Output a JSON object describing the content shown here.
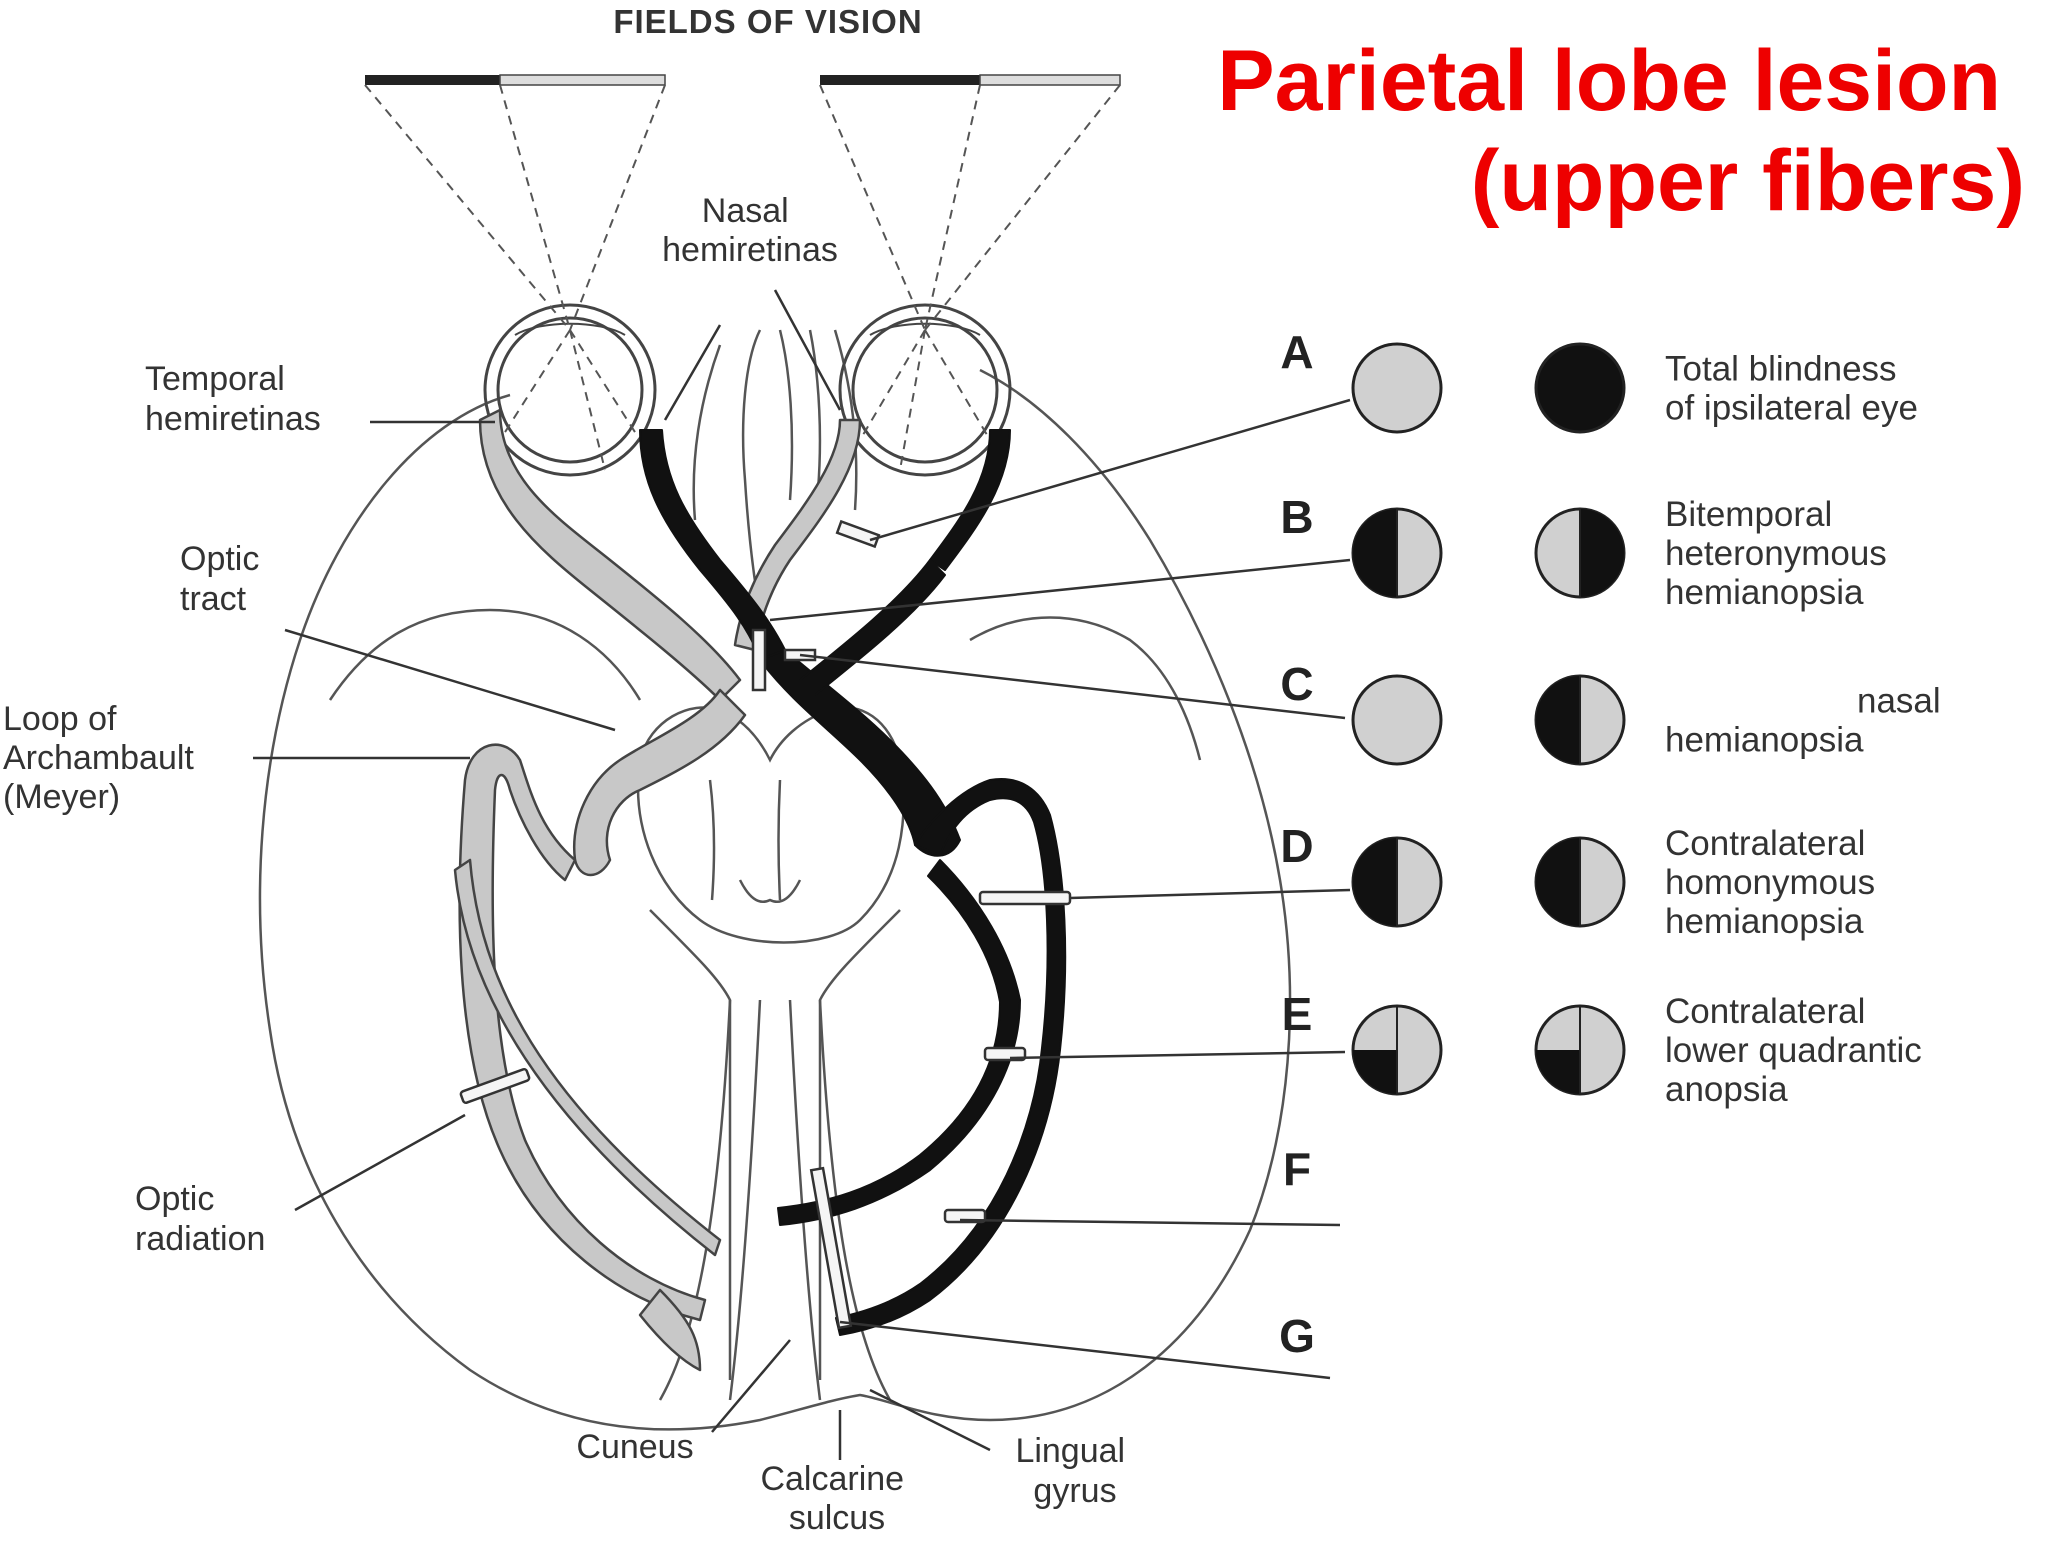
{
  "fields_title": "FIELDS OF VISION",
  "slide_title": [
    "Parietal lobe lesion",
    "(upper fibers)"
  ],
  "anatomy_labels": {
    "nasal_hemiretinas": [
      "Nasal",
      "hemiretinas"
    ],
    "temporal_hemiretinas": [
      "Temporal",
      "hemiretinas"
    ],
    "optic_tract": [
      "Optic",
      "tract"
    ],
    "loop_of_archambault": [
      "Loop of",
      "Archambault",
      "(Meyer)"
    ],
    "optic_radiation": [
      "Optic",
      "radiation"
    ],
    "cuneus": "Cuneus",
    "calcarine_sulcus": [
      "Calcarine",
      "sulcus"
    ],
    "lingual_gyrus": [
      "Lingual",
      "gyrus"
    ]
  },
  "lesions": [
    {
      "letter": "A",
      "left_field": "full",
      "right_field": "blind",
      "result": [
        "Total blindness",
        "of ipsilateral eye"
      ]
    },
    {
      "letter": "B",
      "left_field": "left-half",
      "right_field": "right-half",
      "result": [
        "Bitemporal",
        "heteronymous",
        "hemianopsia"
      ]
    },
    {
      "letter": "C",
      "left_field": "full",
      "right_field": "left-half",
      "result": [
        "nasal",
        "hemianopsia"
      ]
    },
    {
      "letter": "D",
      "left_field": "left-half",
      "right_field": "left-half",
      "result": [
        "Contralateral",
        "homonymous",
        "hemianopsia"
      ]
    },
    {
      "letter": "E",
      "left_field": "lower-left-quadrant",
      "right_field": "lower-left-quadrant",
      "result": [
        "Contralateral",
        "lower quadrantic",
        "anopsia"
      ]
    },
    {
      "letter": "F"
    },
    {
      "letter": "G"
    }
  ],
  "colors": {
    "title": "#ee0000",
    "black_fibers": "#111111",
    "gray_fibers": "#c8c8c8",
    "outline": "#444444",
    "field_fill": "#d0d0d0"
  }
}
